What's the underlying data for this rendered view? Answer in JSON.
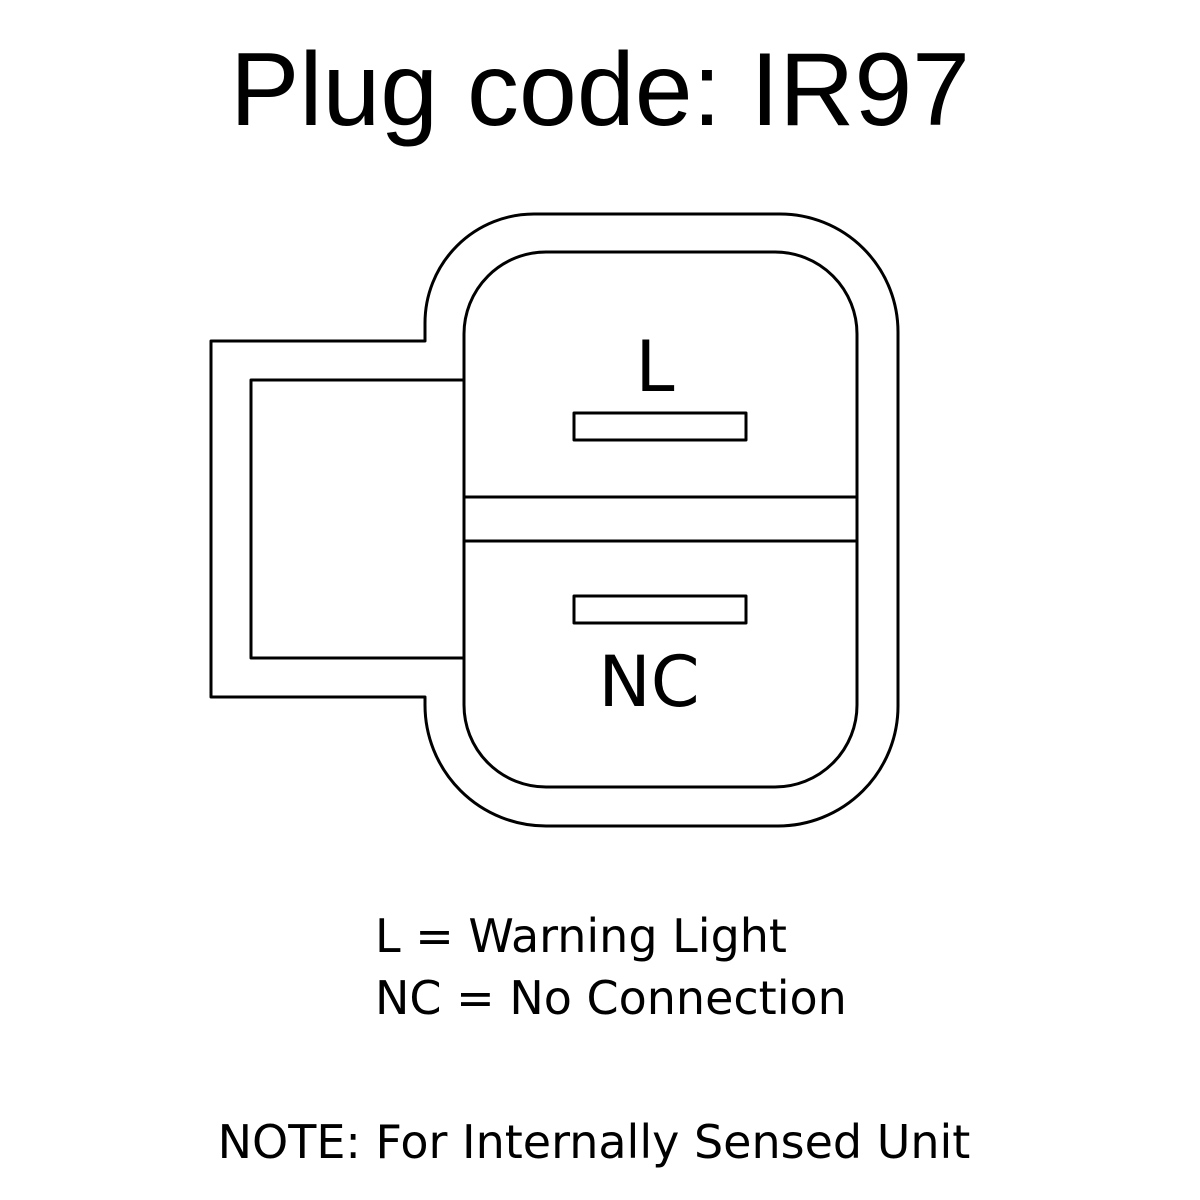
{
  "title": "Plug code: IR97",
  "pins": [
    {
      "label": "L"
    },
    {
      "label": "NC"
    }
  ],
  "legend": [
    {
      "text": "L = Warning Light"
    },
    {
      "text": "NC = No Connection"
    }
  ],
  "note": "NOTE: For Internally Sensed Unit",
  "colors": {
    "line": "#000000",
    "background": "#ffffff"
  }
}
